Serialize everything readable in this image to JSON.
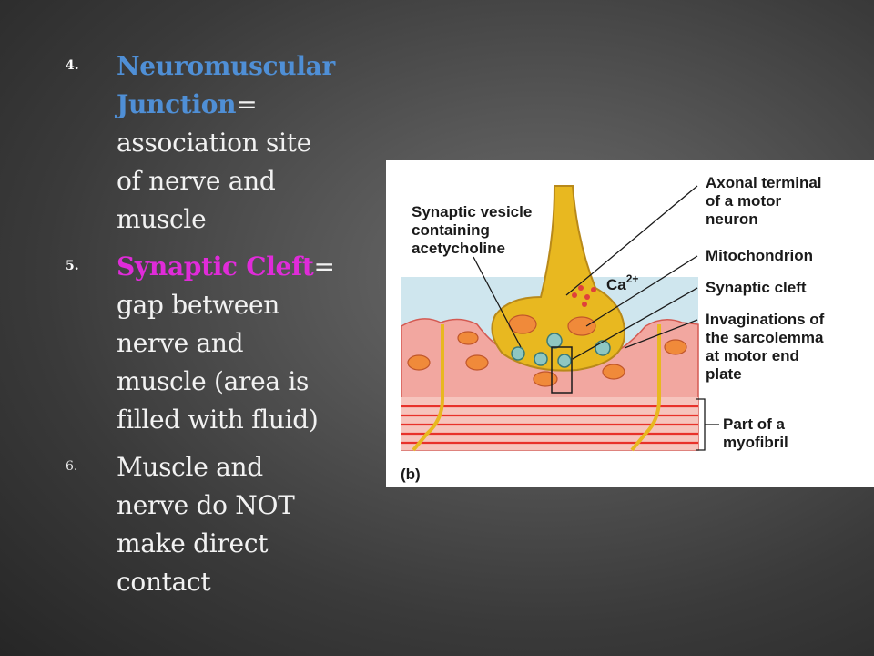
{
  "slide": {
    "bullets": [
      {
        "number": "4.",
        "term": "Neuromuscular Junction",
        "term_color": "#4f8fd6",
        "term_line1": "Neuromuscular",
        "term_line2": "Junction",
        "equals": "=",
        "rest_lines": [
          "association site",
          "of nerve and",
          "muscle"
        ]
      },
      {
        "number": "5.",
        "term": "Synaptic Cleft",
        "term_color": "#e02bd9",
        "equals": "=",
        "rest_lines": [
          "gap between",
          "nerve and",
          "muscle (area is",
          "filled with fluid)"
        ]
      },
      {
        "number": "6.",
        "lines": [
          "Muscle and",
          "nerve do NOT",
          "make direct",
          "contact"
        ]
      }
    ]
  },
  "figure": {
    "panel_label": "(b)",
    "left_label_lines": [
      "Synaptic vesicle",
      "containing",
      "acetycholine"
    ],
    "ion_label": "Ca",
    "ion_charge": "2+",
    "labels": {
      "axonal_terminal": [
        "Axonal terminal",
        "of a motor",
        "neuron"
      ],
      "mitochondrion": "Mitochondrion",
      "synaptic_cleft": "Synaptic cleft",
      "invaginations": [
        "Invaginations of",
        "the sarcolemma",
        "at motor end",
        "plate"
      ],
      "myofibril": [
        "Part of a",
        "myofibril"
      ]
    },
    "colors": {
      "terminal": "#e8b820",
      "muscle": "#f2a7a0",
      "fluid": "#cfe6ee",
      "myofibril_lines": "#e8312a"
    }
  }
}
